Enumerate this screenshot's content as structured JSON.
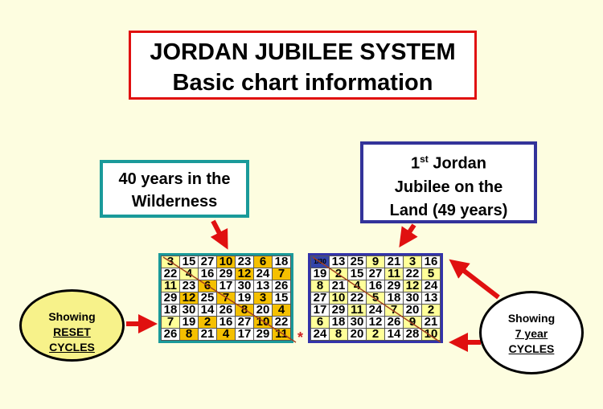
{
  "title": {
    "line1": "JORDAN JUBILEE SYSTEM",
    "line2": "Basic chart information"
  },
  "wilderness_box": {
    "line1": "40 years in the",
    "line2": "Wilderness"
  },
  "jubilee_box": {
    "num": "1",
    "sup": "st",
    "rest": " Jordan",
    "line2": "Jubilee on  the",
    "line3": "Land (49 years)"
  },
  "reset_ellipse": {
    "line1": "Showing",
    "line2": "RESET",
    "line3": "CYCLES"
  },
  "seven_ellipse": {
    "line1": "Showing",
    "line2": "7 year",
    "line3": "CYCLES"
  },
  "marker": "*",
  "left_grid": [
    [
      [
        "3",
        "ly"
      ],
      [
        "15",
        ""
      ],
      [
        "27",
        ""
      ],
      [
        "10",
        "o"
      ],
      [
        "23",
        ""
      ],
      [
        "6",
        "o"
      ],
      [
        "18",
        ""
      ]
    ],
    [
      [
        "22",
        ""
      ],
      [
        "4",
        "ly"
      ],
      [
        "16",
        ""
      ],
      [
        "29",
        ""
      ],
      [
        "12",
        "o"
      ],
      [
        "24",
        ""
      ],
      [
        "7",
        "o"
      ]
    ],
    [
      [
        "11",
        "ly"
      ],
      [
        "23",
        ""
      ],
      [
        "6",
        "o"
      ],
      [
        "17",
        ""
      ],
      [
        "30",
        ""
      ],
      [
        "13",
        ""
      ],
      [
        "26",
        ""
      ]
    ],
    [
      [
        "29",
        ""
      ],
      [
        "12",
        "o"
      ],
      [
        "25",
        ""
      ],
      [
        "7",
        "o"
      ],
      [
        "19",
        ""
      ],
      [
        "3",
        "o"
      ],
      [
        "15",
        ""
      ]
    ],
    [
      [
        "18",
        ""
      ],
      [
        "30",
        ""
      ],
      [
        "14",
        ""
      ],
      [
        "26",
        ""
      ],
      [
        "8",
        "o"
      ],
      [
        "20",
        ""
      ],
      [
        "4",
        "o"
      ]
    ],
    [
      [
        "7",
        "ly"
      ],
      [
        "19",
        ""
      ],
      [
        "2",
        "o"
      ],
      [
        "16",
        ""
      ],
      [
        "27",
        ""
      ],
      [
        "10",
        "o"
      ],
      [
        "22",
        ""
      ]
    ],
    [
      [
        "26",
        ""
      ],
      [
        "8",
        "o"
      ],
      [
        "21",
        ""
      ],
      [
        "4",
        "o"
      ],
      [
        "17",
        ""
      ],
      [
        "29",
        ""
      ],
      [
        "11",
        "o"
      ]
    ]
  ],
  "right_grid": [
    [
      [
        "1/30",
        "b"
      ],
      [
        "13",
        ""
      ],
      [
        "25",
        ""
      ],
      [
        "9",
        "y"
      ],
      [
        "21",
        ""
      ],
      [
        "3",
        "y"
      ],
      [
        "16",
        ""
      ]
    ],
    [
      [
        "19",
        ""
      ],
      [
        "2",
        "y"
      ],
      [
        "15",
        ""
      ],
      [
        "27",
        ""
      ],
      [
        "11",
        "y"
      ],
      [
        "22",
        ""
      ],
      [
        "5",
        "y"
      ]
    ],
    [
      [
        "8",
        "y"
      ],
      [
        "21",
        ""
      ],
      [
        "4",
        "y"
      ],
      [
        "16",
        ""
      ],
      [
        "29",
        ""
      ],
      [
        "12",
        "y"
      ],
      [
        "24",
        ""
      ]
    ],
    [
      [
        "27",
        ""
      ],
      [
        "10",
        "y"
      ],
      [
        "22",
        ""
      ],
      [
        "5",
        "y"
      ],
      [
        "18",
        ""
      ],
      [
        "30",
        ""
      ],
      [
        "13",
        ""
      ]
    ],
    [
      [
        "17",
        ""
      ],
      [
        "29",
        ""
      ],
      [
        "11",
        "y"
      ],
      [
        "24",
        ""
      ],
      [
        "7",
        "y"
      ],
      [
        "20",
        ""
      ],
      [
        "2",
        "y"
      ]
    ],
    [
      [
        "6",
        "y"
      ],
      [
        "18",
        ""
      ],
      [
        "30",
        ""
      ],
      [
        "12",
        ""
      ],
      [
        "26",
        ""
      ],
      [
        "9",
        "y"
      ],
      [
        "21",
        ""
      ]
    ],
    [
      [
        "24",
        ""
      ],
      [
        "8",
        "y"
      ],
      [
        "20",
        ""
      ],
      [
        "2",
        "y"
      ],
      [
        "14",
        ""
      ],
      [
        "28",
        ""
      ],
      [
        "10",
        "y"
      ]
    ]
  ]
}
